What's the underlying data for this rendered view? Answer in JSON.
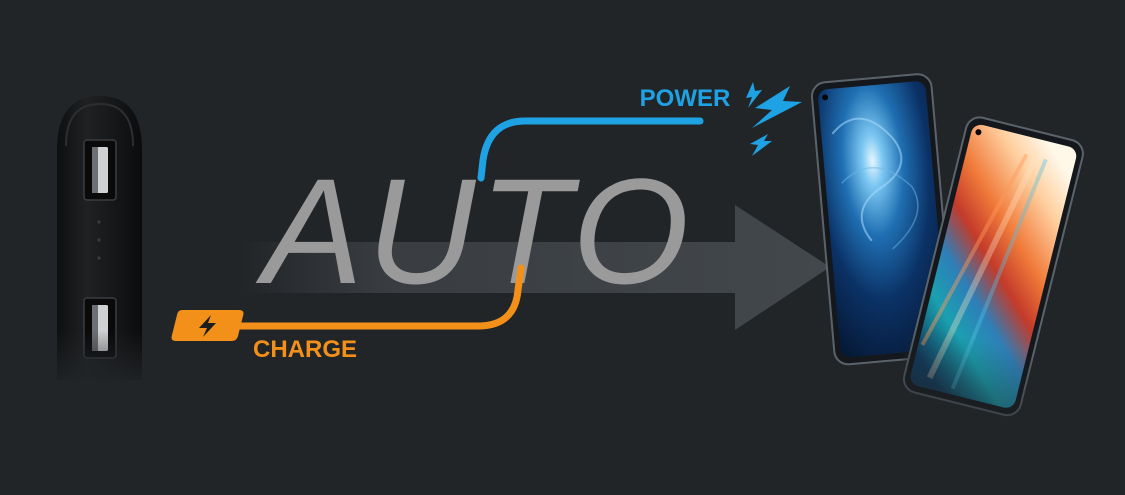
{
  "headline": "AUTO",
  "labels": {
    "power": "POWER",
    "charge": "CHARGE"
  },
  "colors": {
    "background": "#222528",
    "power_blue": "#1ea2e4",
    "charge_orange": "#f39019",
    "headline_gray": "#9a9a9a",
    "arrow_gray": "#3f4347",
    "powerbank_body": "#161719"
  },
  "icons": {
    "charge_connector": "lightning-bolt-icon",
    "power_spark": "lightning-spark-icon",
    "usb_port": "usb-port-icon"
  }
}
